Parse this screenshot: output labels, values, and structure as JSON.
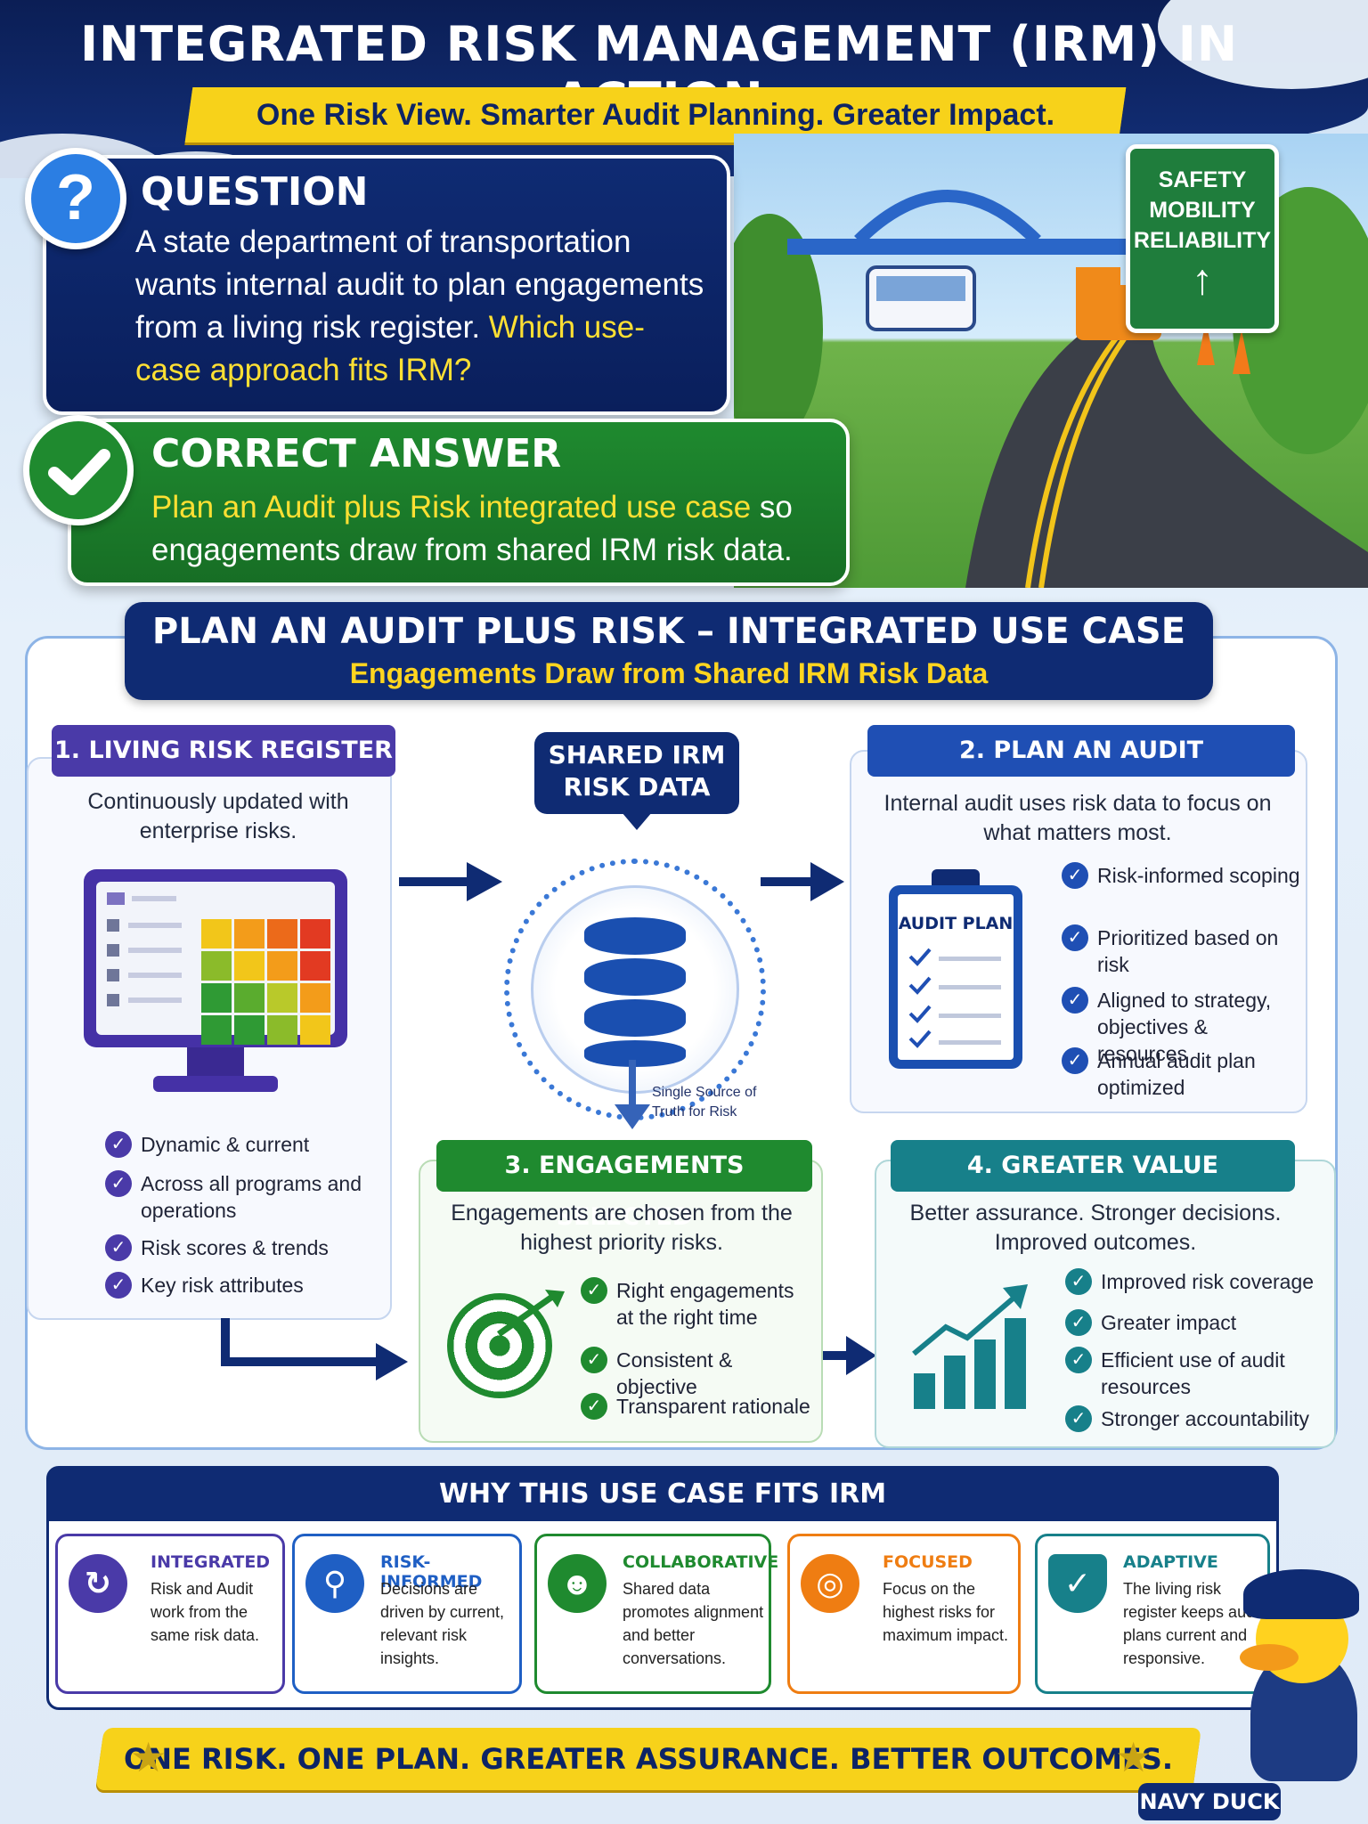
{
  "header": {
    "title": "INTEGRATED RISK MANAGEMENT (IRM) IN ACTION",
    "subtitle": "One Risk View. Smarter Audit Planning. Greater Impact."
  },
  "question": {
    "badge": "?",
    "title": "QUESTION",
    "text": "A state department of transportation wants internal audit to plan engagements from a living risk register.",
    "highlight": "Which use-case approach fits IRM?"
  },
  "answer": {
    "title": "CORRECT ANSWER",
    "highlight": "Plan an Audit plus Risk integrated use case",
    "text": "so engagements draw from shared IRM risk data."
  },
  "scene": {
    "sign_lines": [
      "SAFETY",
      "MOBILITY",
      "RELIABILITY"
    ],
    "sign_arrow": "↑"
  },
  "panel": {
    "title": "PLAN AN AUDIT PLUS RISK – INTEGRATED USE CASE",
    "subtitle": "Engagements Draw from Shared IRM Risk Data"
  },
  "step1": {
    "title": "1. LIVING RISK REGISTER",
    "description": "Continuously updated with enterprise risks.",
    "items": [
      "Dynamic & current",
      "Across all programs and operations",
      "Risk scores & trends",
      "Key risk attributes"
    ]
  },
  "shared": {
    "label": "SHARED IRM RISK DATA",
    "caption": "Single Source of Truth for Risk"
  },
  "step2": {
    "title": "2. PLAN AN AUDIT",
    "description": "Internal audit uses risk data to focus on what matters most.",
    "clipboard_label": "AUDIT PLAN",
    "items": [
      "Risk-informed scoping",
      "Prioritized based on risk",
      "Aligned to strategy, objectives & resources",
      "Annual audit plan optimized"
    ]
  },
  "step3": {
    "title": "3. ENGAGEMENTS SELECTED",
    "description": "Engagements are chosen from the highest priority risks.",
    "items": [
      "Right engagements at the right time",
      "Consistent & objective",
      "Transparent rationale"
    ]
  },
  "step4": {
    "title": "4. GREATER VALUE",
    "description": "Better assurance. Stronger decisions. Improved outcomes.",
    "items": [
      "Improved risk coverage",
      "Greater impact",
      "Efficient use of audit resources",
      "Stronger accountability"
    ]
  },
  "why": {
    "title": "WHY THIS USE CASE FITS IRM",
    "cards": [
      {
        "name": "INTEGRATED",
        "text": "Risk and Audit work from the same risk data.",
        "color": "#4a3aa8",
        "icon": "↻"
      },
      {
        "name": "RISK-INFORMED",
        "text": "Decisions are driven by current, relevant risk insights.",
        "color": "#1f5fc4",
        "icon": "⚲"
      },
      {
        "name": "COLLABORATIVE",
        "text": "Shared data promotes alignment and better conversations.",
        "color": "#1f8a2f",
        "icon": "☻"
      },
      {
        "name": "FOCUSED",
        "text": "Focus on the highest risks for maximum impact.",
        "color": "#ef7d12",
        "icon": "◎"
      },
      {
        "name": "ADAPTIVE",
        "text": "The living risk register keeps audit plans current and responsive.",
        "color": "#17808a",
        "icon": "✓"
      }
    ]
  },
  "footer": {
    "text": "ONE RISK. ONE PLAN. GREATER ASSURANCE. BETTER OUTCOMES."
  },
  "mascot": {
    "label": "NAVY DUCK"
  },
  "colors": {
    "navy": "#0f2b73",
    "yellow": "#f7d21a",
    "green": "#1f8a2f",
    "purple": "#4a3aa8",
    "blue": "#1f5fc4",
    "teal": "#17808a"
  }
}
